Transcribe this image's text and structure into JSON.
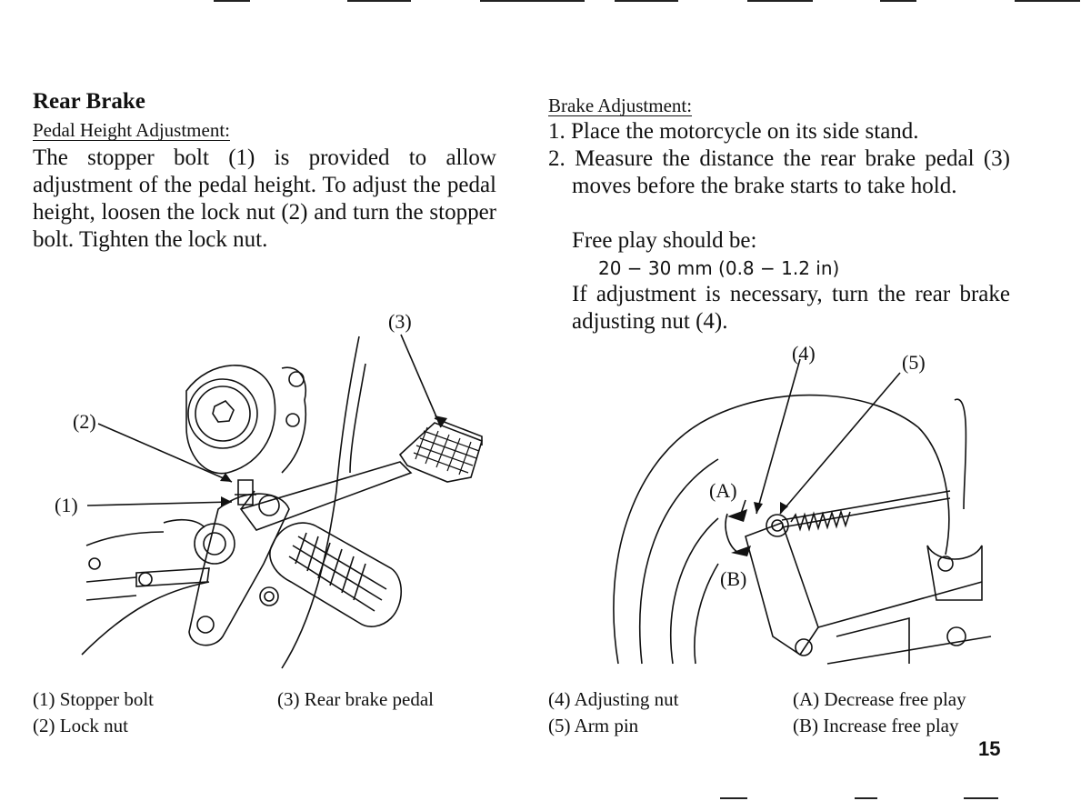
{
  "left": {
    "heading": "Rear Brake",
    "subheading": "Pedal Height Adjustment:",
    "paragraph": "The stopper bolt (1) is provided to allow adjustment of the pedal height. To adjust the pedal height, loosen the lock nut (2) and turn the stopper bolt. Tighten the lock nut.",
    "figure_labels": {
      "stopper": "(1)",
      "locknut": "(2)",
      "pedal": "(3)"
    },
    "captions": [
      "(1) Stopper bolt",
      "(2) Lock nut",
      "(3) Rear brake pedal"
    ]
  },
  "right": {
    "subheading": "Brake Adjustment:",
    "step1": "1. Place the motorcycle on its side stand.",
    "step2": "2. Measure the distance the rear brake pedal (3) moves before the brake starts to take hold.",
    "free_play_label": "Free play should be:",
    "free_play_value": "20 − 30 mm (0.8 − 1.2 in)",
    "adjust_note": "If adjustment is necessary, turn the rear brake adjusting nut (4).",
    "figure_labels": {
      "nut": "(4)",
      "armpin": "(5)",
      "a": "(A)",
      "b": "(B)"
    },
    "captions": [
      "(4) Adjusting nut",
      "(5) Arm pin",
      "(A) Decrease free play",
      "(B) Increase free play"
    ]
  },
  "page_number": "15"
}
